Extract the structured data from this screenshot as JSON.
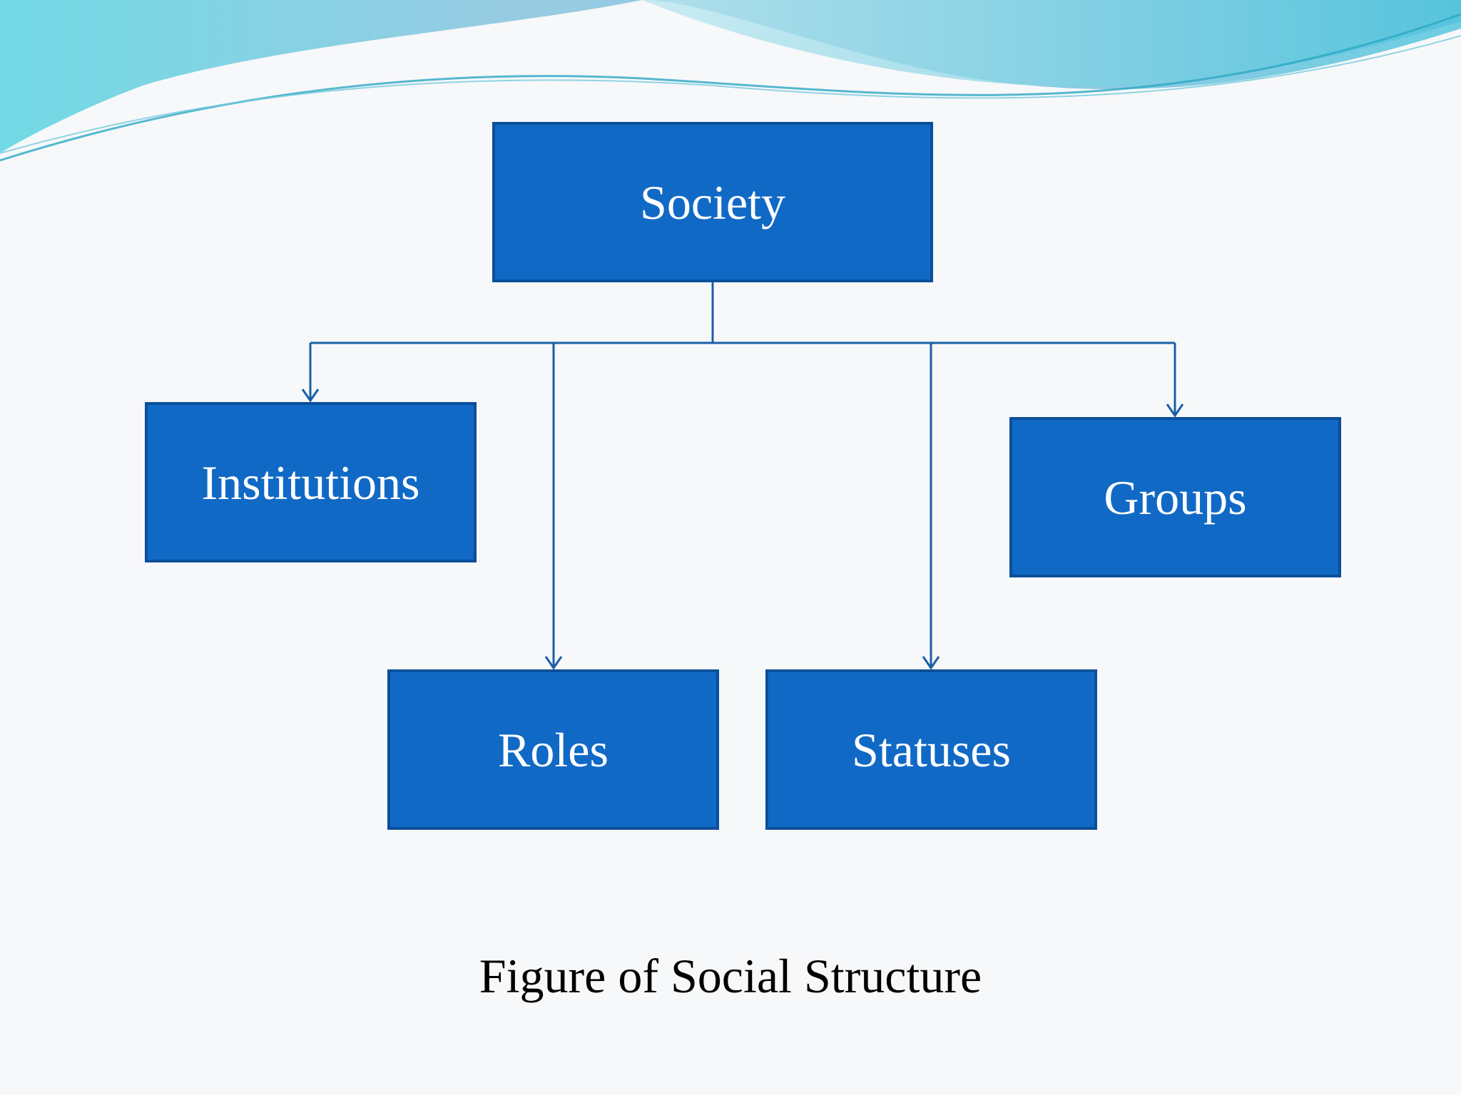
{
  "colors": {
    "background": "#f7f8fa",
    "node_fill": "#1169c6",
    "node_border": "#0a4f9a",
    "connector": "#1a5fa6",
    "wave_light": "#8fd3e6",
    "wave_teal": "#5fc9e0"
  },
  "diagram": {
    "nodes": {
      "society": "Society",
      "institutions": "Institutions",
      "roles": "Roles",
      "statuses": "Statuses",
      "groups": "Groups"
    },
    "edges": [
      {
        "from": "society",
        "to": "institutions"
      },
      {
        "from": "society",
        "to": "roles"
      },
      {
        "from": "society",
        "to": "statuses"
      },
      {
        "from": "society",
        "to": "groups"
      }
    ]
  },
  "caption": "Figure of Social Structure"
}
